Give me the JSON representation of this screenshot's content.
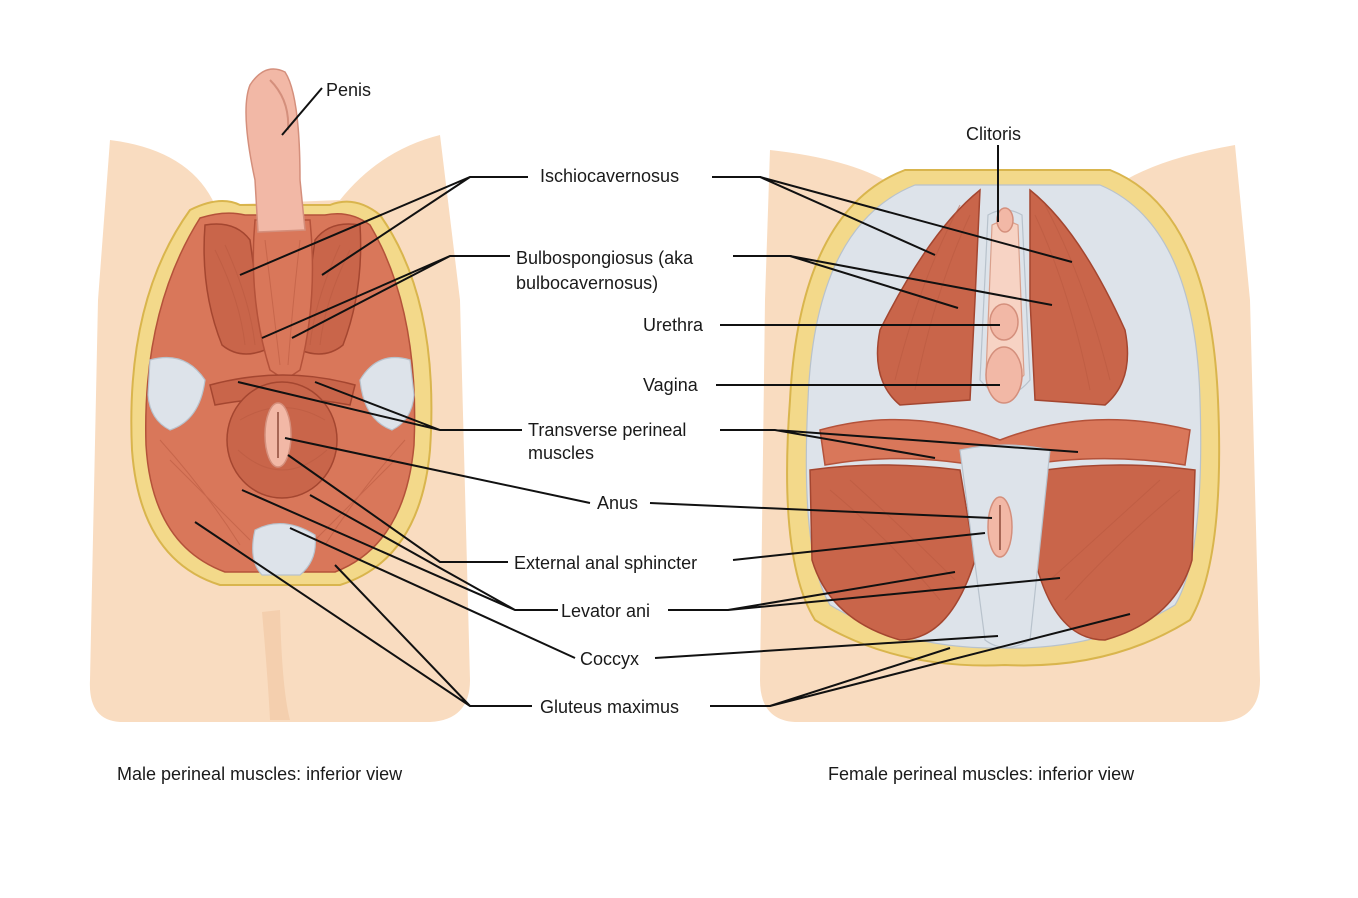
{
  "labels": {
    "penis": "Penis",
    "clitoris": "Clitoris",
    "ischiocavernosus": "Ischiocavernosus",
    "bulbospongiosus_line1": "Bulbospongiosus (aka",
    "bulbospongiosus_line2": "bulbocavernosus)",
    "urethra": "Urethra",
    "vagina": "Vagina",
    "transverse_line1": "Transverse perineal",
    "transverse_line2": "muscles",
    "anus": "Anus",
    "external_anal_sphincter": "External anal sphincter",
    "levator_ani": "Levator ani",
    "coccyx": "Coccyx",
    "gluteus_maximus": "Gluteus maximus"
  },
  "captions": {
    "male": "Male perineal muscles: inferior view",
    "female": "Female perineal muscles: inferior view"
  },
  "colors": {
    "skin": "#f9dcc0",
    "fat": "#f3d98a",
    "muscle": "#d9775a",
    "fascia": "#dde3ea",
    "leader": "#111111"
  }
}
